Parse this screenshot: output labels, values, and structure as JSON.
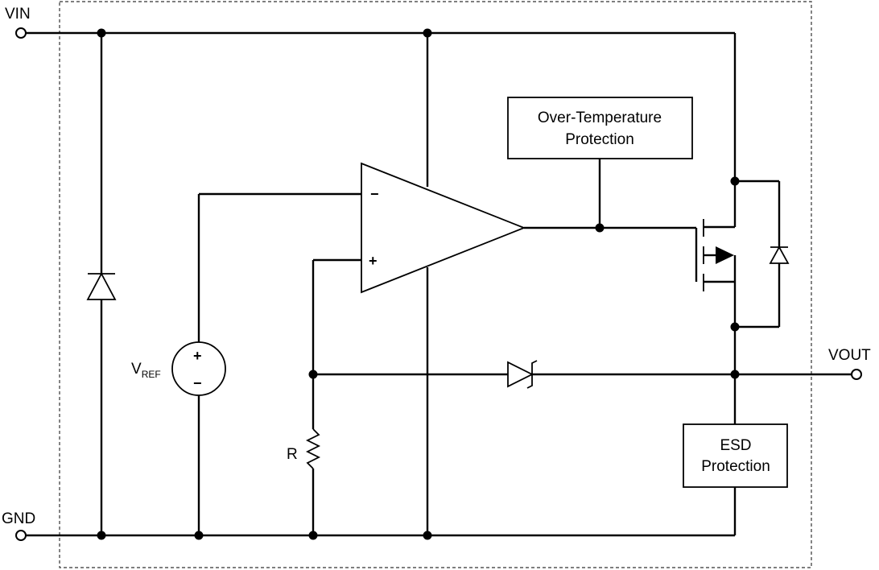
{
  "terminals": {
    "vin": "VIN",
    "vout": "VOUT",
    "gnd": "GND"
  },
  "blocks": {
    "over_temp_line1": "Over-Temperature",
    "over_temp_line2": "Protection",
    "esd_line1": "ESD",
    "esd_line2": "Protection"
  },
  "components": {
    "vref_main": "V",
    "vref_sub": "REF",
    "vref_plus": "+",
    "vref_minus": "−",
    "resistor": "R",
    "amp_minus": "−",
    "amp_plus": "+"
  }
}
